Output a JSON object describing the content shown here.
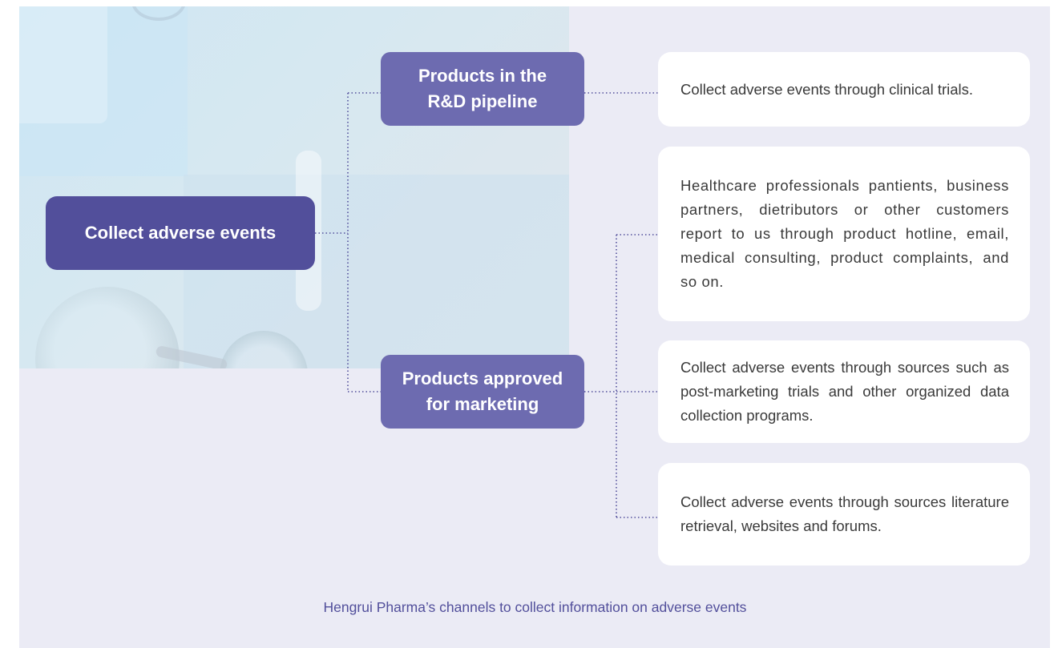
{
  "diagram": {
    "root": "Collect adverse events",
    "branches": [
      {
        "label_line1": "Products in the",
        "label_line2": "R&D pipeline"
      },
      {
        "label_line1": "Products approved",
        "label_line2": "for marketing"
      }
    ],
    "cards": [
      "Collect adverse events through clinical trials.",
      "Healthcare professionals pantients, business partners, dietributors or other customers report to us through product hotline, email, medical consulting, product complaints, and so on.",
      "Collect adverse events through sources such as post-marketing trials and other organized data collection programs.",
      "Collect adverse events through sources literature retrieval, websites and forums."
    ],
    "caption": "Hengrui Pharma’s channels to collect information on adverse events"
  },
  "colors": {
    "root_fill": "#524f9b",
    "branch_fill": "#6d6bb0",
    "panel_bg": "#ebebf5",
    "connector": "#524f9b"
  }
}
